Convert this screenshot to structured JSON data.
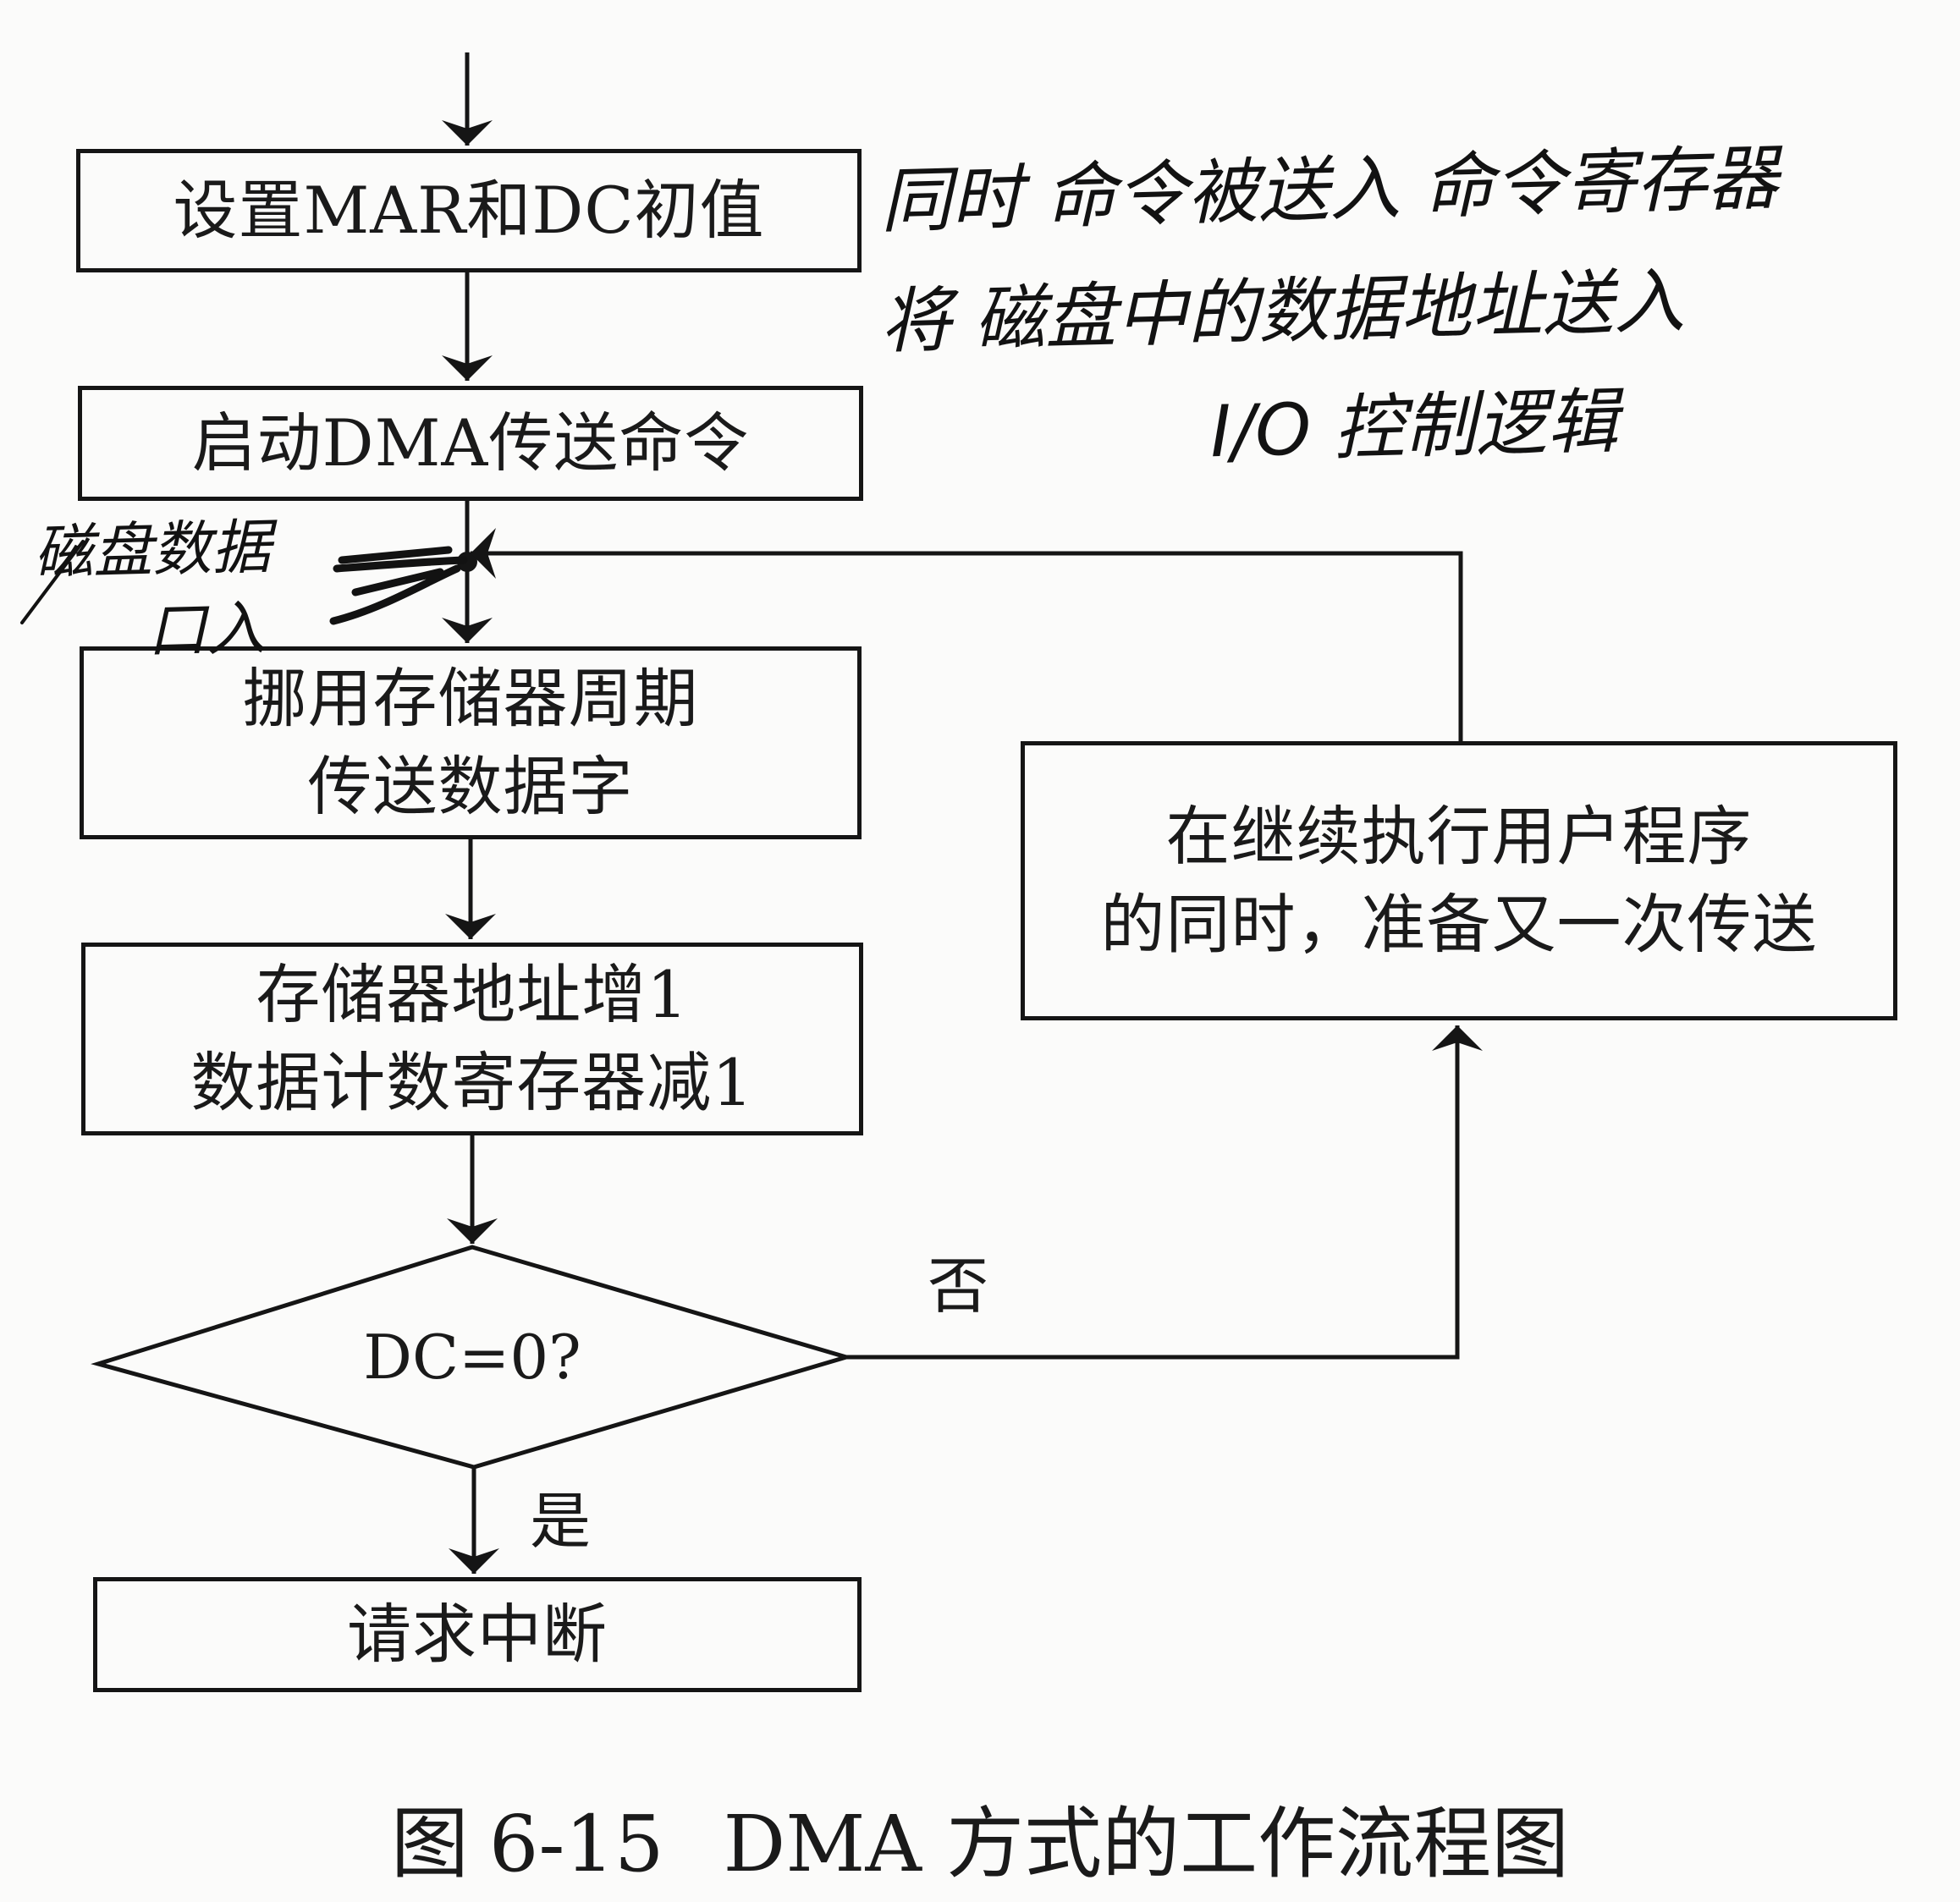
{
  "flowchart": {
    "step1": "设置MAR和DC初值",
    "step2": "启动DMA传送命令",
    "step3": [
      "挪用存储器周期",
      "传送数据字"
    ],
    "step4": [
      "存储器地址增1",
      "数据计数寄存器减1"
    ],
    "decision": "DC=0?",
    "no_label": "否",
    "yes_label": "是",
    "step5": "请求中断",
    "loop_box": [
      "在继续执行用户程序",
      "的同时，准备又一次传送"
    ]
  },
  "handwritten": {
    "note_top": [
      "同时 命令被送入 命令寄存器",
      "将 磁盘中的数据地址送入",
      "I/O 控制逻辑"
    ],
    "note_left": [
      "磁盘数据",
      "口入"
    ]
  },
  "caption": {
    "figure": "图",
    "number": "6-15",
    "title": "DMA 方式的工作流程图"
  }
}
